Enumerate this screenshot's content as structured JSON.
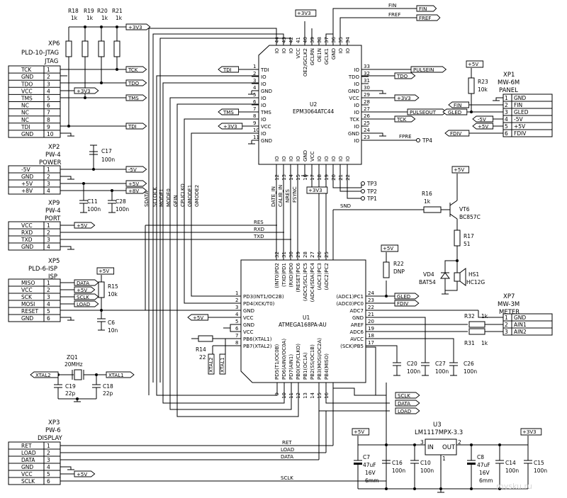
{
  "title": "",
  "colors": {
    "wire": "#000000",
    "background": "#ffffff",
    "watermark": "#d8d8d8"
  },
  "connectors": {
    "xp6": {
      "ref": "XP6",
      "type": "PLD-10-JTAG",
      "name": "JTAG",
      "pins": [
        "TCK",
        "GND",
        "TDO",
        "VCC",
        "TMS",
        "NC",
        "NC",
        "NC",
        "TDI",
        "GND"
      ],
      "nums": [
        "1",
        "2",
        "3",
        "4",
        "5",
        "6",
        "7",
        "8",
        "9",
        "10"
      ]
    },
    "xp2": {
      "ref": "XP2",
      "type": "PW-4",
      "name": "POWER",
      "pins": [
        "-5V",
        "GND",
        "+5V",
        "+8V"
      ],
      "nums": [
        "1",
        "2",
        "3",
        "4"
      ]
    },
    "xp9": {
      "ref": "XP9",
      "type": "PW-4",
      "name": "PORT",
      "pins": [
        "VCC",
        "RXD",
        "TXD",
        "GND"
      ],
      "nums": [
        "1",
        "2",
        "3",
        "4"
      ]
    },
    "xp5": {
      "ref": "XP5",
      "type": "PLD-6-ISP",
      "name": "ISP",
      "pins": [
        "MISO",
        "VCC",
        "SCK",
        "MOSI",
        "RESET",
        "GND"
      ],
      "nums": [
        "1",
        "2",
        "3",
        "4",
        "5",
        "6"
      ]
    },
    "xp3": {
      "ref": "XP3",
      "type": "PW-6",
      "name": "DISPLAY",
      "pins": [
        "RET",
        "LOAD",
        "DATA",
        "GND",
        "VCC",
        "SCLK"
      ],
      "nums": [
        "1",
        "2",
        "3",
        "4",
        "5",
        "6"
      ]
    },
    "xp1": {
      "ref": "XP1",
      "type": "MW-6M",
      "name": "PANEL",
      "pins": [
        "GND",
        "FIN",
        "GLED",
        "-5V",
        "+5V",
        "FDIV"
      ],
      "nums": [
        "1",
        "2",
        "3",
        "4",
        "5",
        "6"
      ]
    },
    "xp7": {
      "ref": "XP7",
      "type": "MW-3M",
      "name": "METER",
      "pins": [
        "GND",
        "AIN1",
        "AIN2"
      ],
      "nums": [
        "1",
        "2",
        "3"
      ]
    }
  },
  "resistors": {
    "r18": {
      "ref": "R18",
      "value": "1k"
    },
    "r19": {
      "ref": "R19",
      "value": "1k"
    },
    "r20": {
      "ref": "R20",
      "value": "1k"
    },
    "r21": {
      "ref": "R21",
      "value": "1k"
    },
    "r15": {
      "ref": "R15",
      "value": "10k"
    },
    "r14": {
      "ref": "R14",
      "value": "22"
    },
    "r22": {
      "ref": "R22",
      "value": "DNP"
    },
    "r16": {
      "ref": "R16",
      "value": "1k"
    },
    "r17": {
      "ref": "R17",
      "value": "51"
    },
    "r23": {
      "ref": "R23",
      "value": "10k"
    },
    "r32": {
      "ref": "R32",
      "value": "1k"
    },
    "r31": {
      "ref": "R31",
      "value": "1k"
    }
  },
  "capacitors": {
    "c17": {
      "ref": "C17",
      "value": "100n"
    },
    "c11": {
      "ref": "C11",
      "value": "100n"
    },
    "c28": {
      "ref": "C28",
      "value": "100n"
    },
    "c6": {
      "ref": "C6",
      "value": "10n"
    },
    "c19": {
      "ref": "C19",
      "value": "22p"
    },
    "c18": {
      "ref": "C18",
      "value": "22p"
    },
    "c20": {
      "ref": "C20",
      "value": "100n"
    },
    "c27": {
      "ref": "C27",
      "value": "100n"
    },
    "c26": {
      "ref": "C26",
      "value": "100n"
    },
    "c7": {
      "ref": "C7",
      "value": "47uF",
      "v": "16V",
      "size": "6mm"
    },
    "c16": {
      "ref": "C16",
      "value": "100n"
    },
    "c10": {
      "ref": "C10",
      "value": "100n"
    },
    "c8": {
      "ref": "C8",
      "value": "47uF",
      "v": "16V",
      "size": "6mm"
    },
    "c14": {
      "ref": "C14",
      "value": "100n"
    },
    "c15": {
      "ref": "C15",
      "value": "100n"
    }
  },
  "crystal": {
    "ref": "ZQ1",
    "value": "20MHz"
  },
  "transistor": {
    "ref": "VT6",
    "value": "BC857C"
  },
  "diode": {
    "ref": "VD4",
    "value": "BAT54"
  },
  "buzzer": {
    "ref": "HS1",
    "value": "HC12G"
  },
  "u2": {
    "ref": "U2",
    "part": "EPM3064ATC44",
    "left_pins": [
      "1",
      "2",
      "3",
      "4",
      "5",
      "6",
      "7",
      "8",
      "9",
      "10",
      "11"
    ],
    "left_names": [
      "TDI",
      "IO",
      "IO",
      "GND",
      "IO",
      "IO",
      "TMS",
      "IO",
      "VCC",
      "IO",
      "GND"
    ],
    "right_pins": [
      "33",
      "32",
      "31",
      "30",
      "29",
      "28",
      "27",
      "26",
      "25",
      "24",
      "23"
    ],
    "right_names": [
      "IO",
      "TDO",
      "IO",
      "GND",
      "VCC",
      "IO",
      "IO",
      "TCK",
      "IO",
      "GND",
      "IO"
    ],
    "top_pins": [
      "44",
      "43",
      "42",
      "41",
      "40",
      "39",
      "38",
      "37",
      "36",
      "35",
      "34"
    ],
    "top_names": [
      "IO",
      "IO",
      "IO",
      "VCC",
      "OE2/GCLK2",
      "GCLRN",
      "OE1N",
      "GCLK1",
      "GND",
      "IO",
      "IO"
    ],
    "bottom_pins": [
      "12",
      "13",
      "14",
      "15",
      "16",
      "17",
      "18",
      "19",
      "20",
      "21",
      "22"
    ],
    "bottom_names": [
      "IO",
      "IO",
      "IO",
      "IO",
      "GND",
      "VCC",
      "IO",
      "IO",
      "IO",
      "IO",
      "IO"
    ]
  },
  "u1": {
    "ref": "U1",
    "part": "ATMEGA168PA-AU",
    "left_pins": [
      "1",
      "2",
      "3",
      "4",
      "5",
      "6",
      "7",
      "8"
    ],
    "left_names": [
      "PD3(INT1/OC2B)",
      "PD4(XCK/T0)",
      "GND",
      "VCC",
      "GND",
      "VCC",
      "PB6(XTAL1)",
      "PB7(XTAL2)"
    ],
    "right_pins": [
      "24",
      "23",
      "22",
      "21",
      "20",
      "19",
      "18",
      "17"
    ],
    "right_names": [
      "(ADC1)PC1",
      "(ADC0)PC0",
      "ADC7",
      "GND",
      "AREF",
      "ADC6",
      "AVCC",
      "(SCK)PB5"
    ],
    "top_pins": [
      "32",
      "31",
      "30",
      "29",
      "28",
      "27",
      "26",
      "25"
    ],
    "top_names": [
      "(INT0)PD2",
      "(TXD)PD1",
      "(RXD)PD0",
      "(RESET)PC6",
      "(ADC5/SCL)PC5",
      "(ADC4/SDA)PC4",
      "(ADC3)PC3",
      "(ADC2)PC2"
    ],
    "bottom_pins": [
      "9",
      "10",
      "11",
      "12",
      "13",
      "14",
      "15",
      "16"
    ],
    "bottom_names": [
      "PD5(T1/OC0B)",
      "PD6(AIN0/OC0A)",
      "PD7(AIN1)",
      "PB0(ICP/CLKO)",
      "PB1(OC1A)",
      "PB2(SS/OC1B)",
      "PB3(MOSI/OC2A)",
      "PB4(MISO)"
    ]
  },
  "u3": {
    "ref": "U3",
    "part": "LM1117MPX-3.3",
    "in": "IN",
    "out": "OUT",
    "pin3": "3",
    "pin2": "2",
    "pin1": "1"
  },
  "net_flags": {
    "p3v3": "+3V3",
    "p5v": "+5V",
    "p8v": "+8V",
    "m5v": "-5V",
    "tck": "TCK",
    "tdo": "TDO",
    "tms": "TMS",
    "tdi": "TDI",
    "fin": "FIN",
    "fref": "FREF",
    "pulsein": "PULSEIN",
    "pulseout": "PULSEOUT",
    "data": "DATA",
    "load": "LOAD",
    "sclk": "SCLK",
    "gled": "GLED",
    "fdiv": "FDIV",
    "xtal1": "XTAL1",
    "xtal2": "XTAL2"
  },
  "net_labels": {
    "sdata": "SDATA",
    "sclock": "SCLOCK",
    "mode1": "MODE1",
    "mode0": "MODE0",
    "gfin": "GFIN",
    "cpuclko": "CPUCLKO",
    "gmode1": "GMODE1",
    "gmode2": "GMODE2",
    "date_in": "DATE_IN",
    "calib_in": "CALIB_IN",
    "nres": "NRES",
    "fsync": "FSYNC",
    "snd": "SND",
    "res": "RES",
    "rxd": "RXD",
    "txd": "TXD",
    "ret": "RET",
    "load": "LOAD",
    "data": "DATA",
    "sclk": "SCLK",
    "fin": "FIN",
    "fref": "FREF",
    "fpre": "FPRE",
    "ain1": "AIN1",
    "ain2": "AIN2"
  },
  "test_points": {
    "tp1": "TP1",
    "tp2": "TP2",
    "tp3": "TP3",
    "tp4": "TP4"
  },
  "watermark": "mysku.ru"
}
